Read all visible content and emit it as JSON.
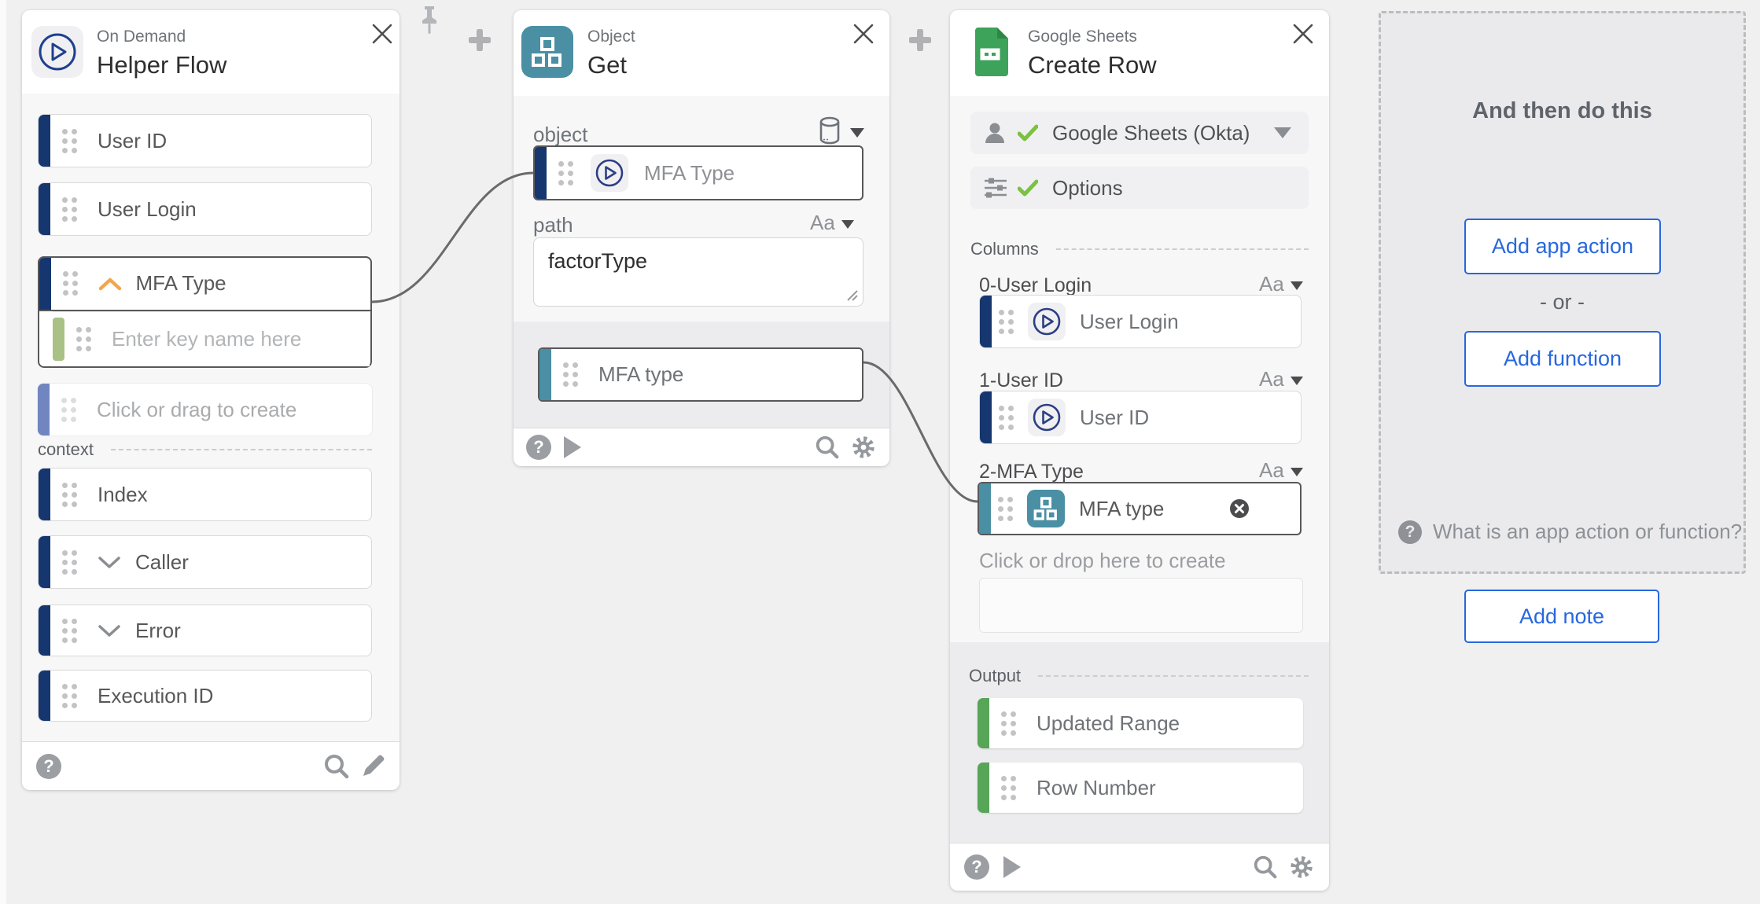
{
  "cards": {
    "helper_flow": {
      "subtitle": "On Demand",
      "title": "Helper Flow",
      "fields": {
        "user_id": "User ID",
        "user_login": "User Login",
        "mfa_type": "MFA Type",
        "key_placeholder": "Enter key name here",
        "create_stub": "Click or drag to create"
      },
      "context_label": "context",
      "context_fields": {
        "index": "Index",
        "caller": "Caller",
        "error": "Error",
        "execution_id": "Execution ID"
      }
    },
    "get": {
      "subtitle": "Object",
      "title": "Get",
      "object_label": "object",
      "object_value": "MFA Type",
      "path_label": "path",
      "path_value": "factorType",
      "type_selector": "Aa",
      "output_value": "MFA type"
    },
    "create_row": {
      "subtitle": "Google Sheets",
      "title": "Create Row",
      "account": "Google Sheets (Okta)",
      "options": "Options",
      "columns_label": "Columns",
      "type_selector": "Aa",
      "columns": [
        {
          "label": "0-User Login",
          "value": "User Login"
        },
        {
          "label": "1-User ID",
          "value": "User ID"
        },
        {
          "label": "2-MFA Type",
          "value": "MFA type"
        }
      ],
      "drop_hint": "Click or drop here to create",
      "output_label": "Output",
      "outputs": [
        "Updated Range",
        "Row Number"
      ]
    }
  },
  "add_panel": {
    "heading": "And then do this",
    "add_app_action": "Add app action",
    "or": "- or -",
    "add_function": "Add function",
    "help": "What is an app action or function?",
    "add_note": "Add note"
  },
  "colors": {
    "navy_bar": "#16366f",
    "teal": "#4a8fa3",
    "olive_bar": "#a9c185",
    "periwinkle_bar": "#7186c0",
    "output_green": "#57a557",
    "accent_blue": "#2767de",
    "sheets_green": "#3da35a",
    "connector": "#6a6a6a",
    "orange_chevron": "#f2a74b"
  }
}
